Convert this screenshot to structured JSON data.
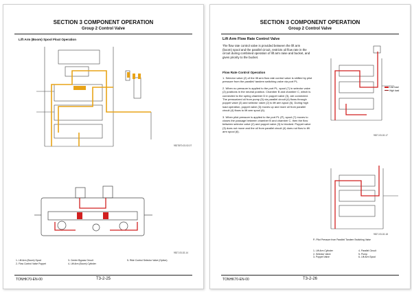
{
  "left_page": {
    "section_title": "SECTION 3 COMPONENT OPERATION",
    "group_title": "Group 2 Control Valve",
    "figure_title": "Lift Arm (Boom) Spool Float Operation",
    "figure_ref_top": "9527870-03-02-07",
    "figure_ref_bottom": "9527-03-02-14",
    "legend": [
      {
        "num": "1-",
        "text": "Lift Arm (Boom) Spool"
      },
      {
        "num": "2-",
        "text": "Flow Control Valve Poppet"
      },
      {
        "num": "3-",
        "text": "Center Bypass Circuit"
      },
      {
        "num": "4-",
        "text": "Lift Arm (Boom) Cylinder"
      },
      {
        "num": "5-",
        "text": "Ride Control Selector Valve (Option)"
      }
    ],
    "footer_model": "TONHK70-EN-00",
    "footer_page": "T3-2-25"
  },
  "right_page": {
    "section_title": "SECTION 3 COMPONENT OPERATION",
    "group_title": "Group 2 Control Valve",
    "heading": "Lift Arm Flow Rate Control Valve",
    "intro": "The flow rate control valve is provided between the lift arm (boom) spool and the parallel circuit, restricts oil flow rate in the circuit during combined operation of lift arm raise and bucket, and gives priority to the bucket.",
    "subheading": "Flow Rate Control Operation",
    "steps": [
      "1. Selector valve (2) of the lift arm flow rate control valve is shifted by pilot pressure from the parallel/ tandem switching valve via port PL.",
      "2. When no pressure is applied to the port PL, spool (7) in selector valve (2) positions in the neutral position. Chamber B and chamber C, which is connected to the spring chamber D in poppet valve (3), are connected. The pressurized oil from pump (5) via parallel circuit (4) flows through poppet valve (3) and selector valve (2) to lift arm spool (6). During high load operation, poppet valve (3) moves up and more oil from parallel circuit (4) flows to lift arm spool (6).",
      "3. When pilot pressure is applied to the port PL (P), spool (7) moves to closes the passage between chamber B and chamber C, then the flow between selector valve (2) and poppet valve (3) is blocked. Poppet valve (3) does not move and the oil from parallel circuit (4) does not flow to lift arm spool (6)."
    ],
    "chart_legend": [
      {
        "label": "Low load",
        "color": "#d11f1f"
      },
      {
        "label": "High load",
        "color": "#8b1010"
      }
    ],
    "figure_ref_top": "9527-03-02-17",
    "figure_ref_bottom": "9527-03-02-18",
    "pilot_note": "P-   Pilot Pressure from Parallel/ Tandem Switching Valve",
    "legend": [
      {
        "num": "1-",
        "text": "Lift Arm Cylinder"
      },
      {
        "num": "2-",
        "text": "Selector Valve"
      },
      {
        "num": "3-",
        "text": "Poppet Valve"
      },
      {
        "num": "4-",
        "text": "Parallel Circuit"
      },
      {
        "num": "5-",
        "text": "Pump"
      },
      {
        "num": "6-",
        "text": "Lift Arm Spool"
      }
    ],
    "footer_model": "TONHK70-EN-00",
    "footer_page": "T3-2-26"
  },
  "colors": {
    "orange_flow": "#e8a317",
    "red_flow": "#d11f1f",
    "line": "#444444"
  }
}
